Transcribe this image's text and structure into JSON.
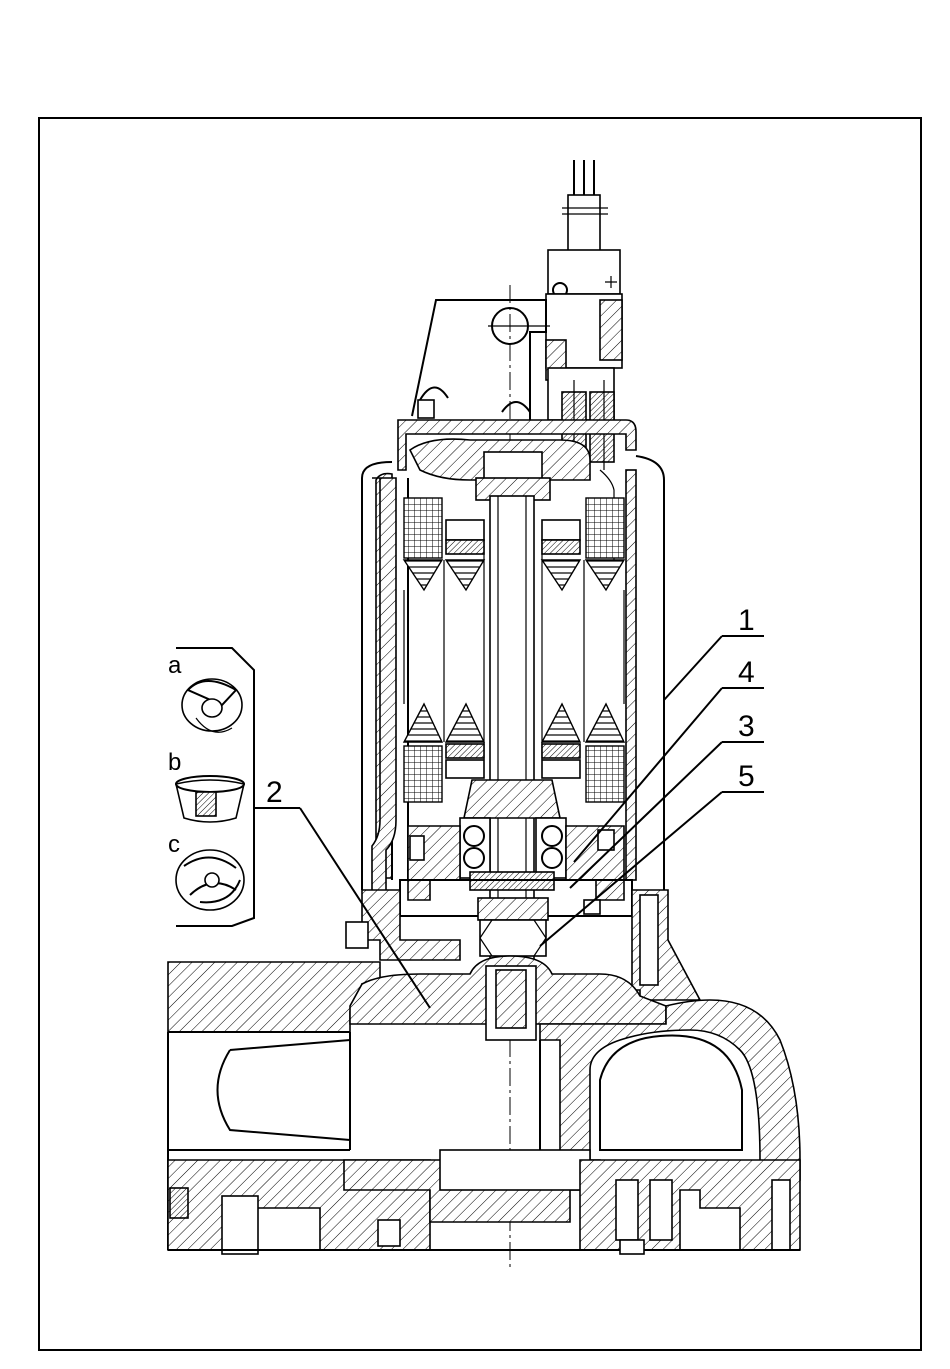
{
  "callouts": {
    "c1": "1",
    "c2": "2",
    "c3": "3",
    "c4": "4",
    "c5": "5"
  },
  "impeller_variants": {
    "a": "a",
    "b": "b",
    "c": "c"
  }
}
